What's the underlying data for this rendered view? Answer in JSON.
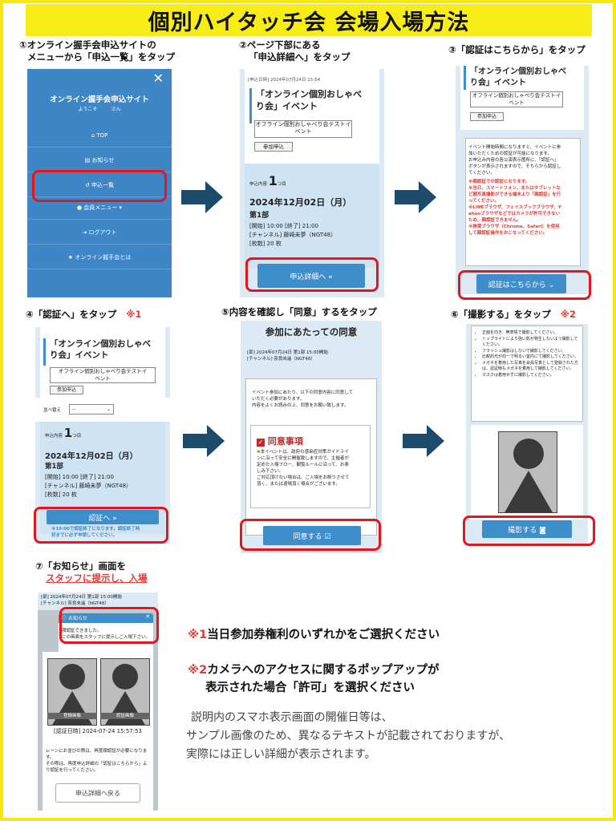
{
  "title": "個別ハイタッチ会 会場入場方法",
  "steps": {
    "s1": {
      "cap1": "①オンライン握手会申込サイトの",
      "cap2": "メニューから「申込一覧」をタップ"
    },
    "s2": {
      "cap1": "②ページ下部にある",
      "cap2": "「申込詳細へ」をタップ"
    },
    "s3": {
      "cap": "③「認証はこちらから」をタップ"
    },
    "s4": {
      "cap": "④「認証へ」をタップ",
      "star": "※1"
    },
    "s5": {
      "cap": "⑤内容を確認し「同意」するをタップ"
    },
    "s6": {
      "cap": "⑥「撮影する」をタップ",
      "star": "※2"
    },
    "s7": {
      "cap1": "⑦「お知らせ」画面を",
      "cap2": "スタッフに提示し、入場"
    }
  },
  "phone1": {
    "site_title": "オンライン握手会申込サイト",
    "welcome": "ようこそ",
    "san": "さん",
    "close": "✕",
    "menu": [
      {
        "icon": "⌂",
        "label": "TOP"
      },
      {
        "icon": "▤",
        "label": "お知らせ"
      },
      {
        "icon": "↺",
        "label": "申込一覧"
      },
      {
        "icon": "●",
        "label": "会員メニュー ▾"
      },
      {
        "icon": "⇥",
        "label": "ログアウト"
      },
      {
        "icon": "★",
        "label": "オンライン握手会とは"
      }
    ]
  },
  "phone2": {
    "date": "[申込日時] 2024年07月24日 15:54",
    "event1": "「オンライン個別おしゃべ",
    "event2": "り会」イベント",
    "tag1": "オフライン個別おしゃべり会テストイ",
    "tag2": "ベント",
    "btn_apply": "参加申込",
    "label_content": "申込内容",
    "num": "1",
    "unit": "つ目",
    "date_big": "2024年12月02日（月）",
    "part": "第1部",
    "time": "[開始] 10:00 [終了] 21:00",
    "channel": "[チャンネル] 藤崎未夢（NGT48）",
    "sheets": "[枚数] 20 枚",
    "btn_detail": "申込詳細へ »"
  },
  "phone3": {
    "event1": "「オンライン個別おしゃべ",
    "event2": "り会」イベント",
    "tag1": "オフライン個別おしゃべり会テストイ",
    "tag2": "ベント",
    "btn_apply": "参加申込",
    "p1": "イベント開始時間になりますと、イベントに参",
    "p2": "加いただくための認証が可能になります。",
    "p3": "お申込み内容の各公演表示箇所に、「認証へ」",
    "p4": "ボタンが表示されますので、そちらから認証し",
    "p5": "てください。",
    "r1": "※顔認証での認証になります。",
    "r2": "※当日、スマートフォン、またはタブレットな",
    "r3": "ど顔写真撮影ができる端末より「顔認証」を行",
    "r4": "ってください。",
    "r5": "※LINEブラウザ、フェイスブックブラウザ、Y",
    "r6": "ahooブラウザなどではカメラが許可できない",
    "r7": "ため、顔認証できません。",
    "r8": "※推奨ブラウザ（Chrome、Safari）を使用",
    "r9": "して顔認証操作をおこなってください。",
    "btn": "認証はこちらから ⌄"
  },
  "phone4": {
    "event1": "「オンライン個別おしゃべ",
    "event2": "り会」イベント",
    "tag1": "オフライン個別おしゃべり会テストイ",
    "tag2": "ベント",
    "btn_apply": "参加申込",
    "sort_label": "並べ替え",
    "sort_value": "--",
    "label_content": "申込内容",
    "num": "1",
    "unit": "つ目",
    "date_big": "2024年12月02日（月）",
    "part": "第1部",
    "time": "[開始] 10:00 [終了] 21:00",
    "channel": "[チャンネル] 藤崎未夢（NGT48）",
    "sheets": "[枚数] 20 枚",
    "btn": "認証へ »",
    "note1": "※19:00で認証終了になります。認証終了時",
    "note2": "刻までに必ず申請してください。"
  },
  "phone5": {
    "heading": "参加にあたっての同意",
    "line1": "[部] 2024年07月24日 第1部 15:00開始",
    "line2": "[チャンネル] 奈良未遥（NGT48）",
    "p1": "イベント参加にあたり、以下の同意内容に同意して",
    "p2": "いただく必要があります。",
    "p3": "内容をよくお読みの上、同意をお願い致します。",
    "consent_title": "同意事項",
    "c1": "※本イベントは、政府の感染症対策ガイドライ",
    "c2": "ンに沿って安全に開催致しますので、主催者が",
    "c3": "定めた入場フロー、観覧ルールに沿って、お楽",
    "c4": "しみ下さい。",
    "c5": "ご対応頂けない場合は、ご入場をお断りさせて",
    "c6": "頂く、または退場頂く場合がございます。",
    "btn": "同意する ☑"
  },
  "phone6": {
    "rules": [
      "正面を向き、無表情で撮影してください。",
      "トップライトにより強い影が発生しないよう撮影してください。",
      "フラッシュ撮影はしないで撮影してください。",
      "比較的光が均一で明るい室内にて撮影してください。",
      "メガネを着用した写真を会員写真として登録された方は、認証時もメガネを着用して撮影してください。",
      "マスクは着用せずに撮影してください。"
    ],
    "btn": "撮影する ◙"
  },
  "phone7": {
    "line1": "[部] 2024年07月24日 第1部 15:00開始",
    "line2": "[チャンネル] 奈良未遥（NGT48）",
    "notice_title": "お知らせ",
    "notice1": "顔認証できました。",
    "notice2": "この画面をスタッフに提示しご入場下さい。",
    "label_reg": "登録画像",
    "label_auth": "認証画像",
    "auth_time": "[認証日時] 2024-07-24 15:57:53",
    "t1": "レーンにお並びの際は、再度顔認証が必要になりま",
    "t2": "す。",
    "t3": "その際は、再度申込詳細の「認証はこちらから」よ",
    "t4": "り認証を行ってください。",
    "btn_back": "申込詳細へ戻る"
  },
  "notes": {
    "n1_mark": "※1",
    "n1_text": "当日参加券権利のいずれかをご選択ください",
    "n2_mark": "※2",
    "n2_text": "カメラへのアクセスに関するポップアップが",
    "n2_text2": "表示された場合「許可」を選択ください"
  },
  "disclaimer": {
    "l1": "説明内のスマホ表示画面の開催日等は、",
    "l2": "サンプル画像のため、異なるテキストが記載されておりますが、",
    "l3": "実際には正しい詳細が表示されます。"
  },
  "colors": {
    "accent_yellow": "#f6ec16",
    "highlight_red": "#e8141b",
    "button_blue": "#3d8ecb",
    "arrow_navy": "#1d4b6e",
    "menu_blue": "#3f86c6"
  }
}
